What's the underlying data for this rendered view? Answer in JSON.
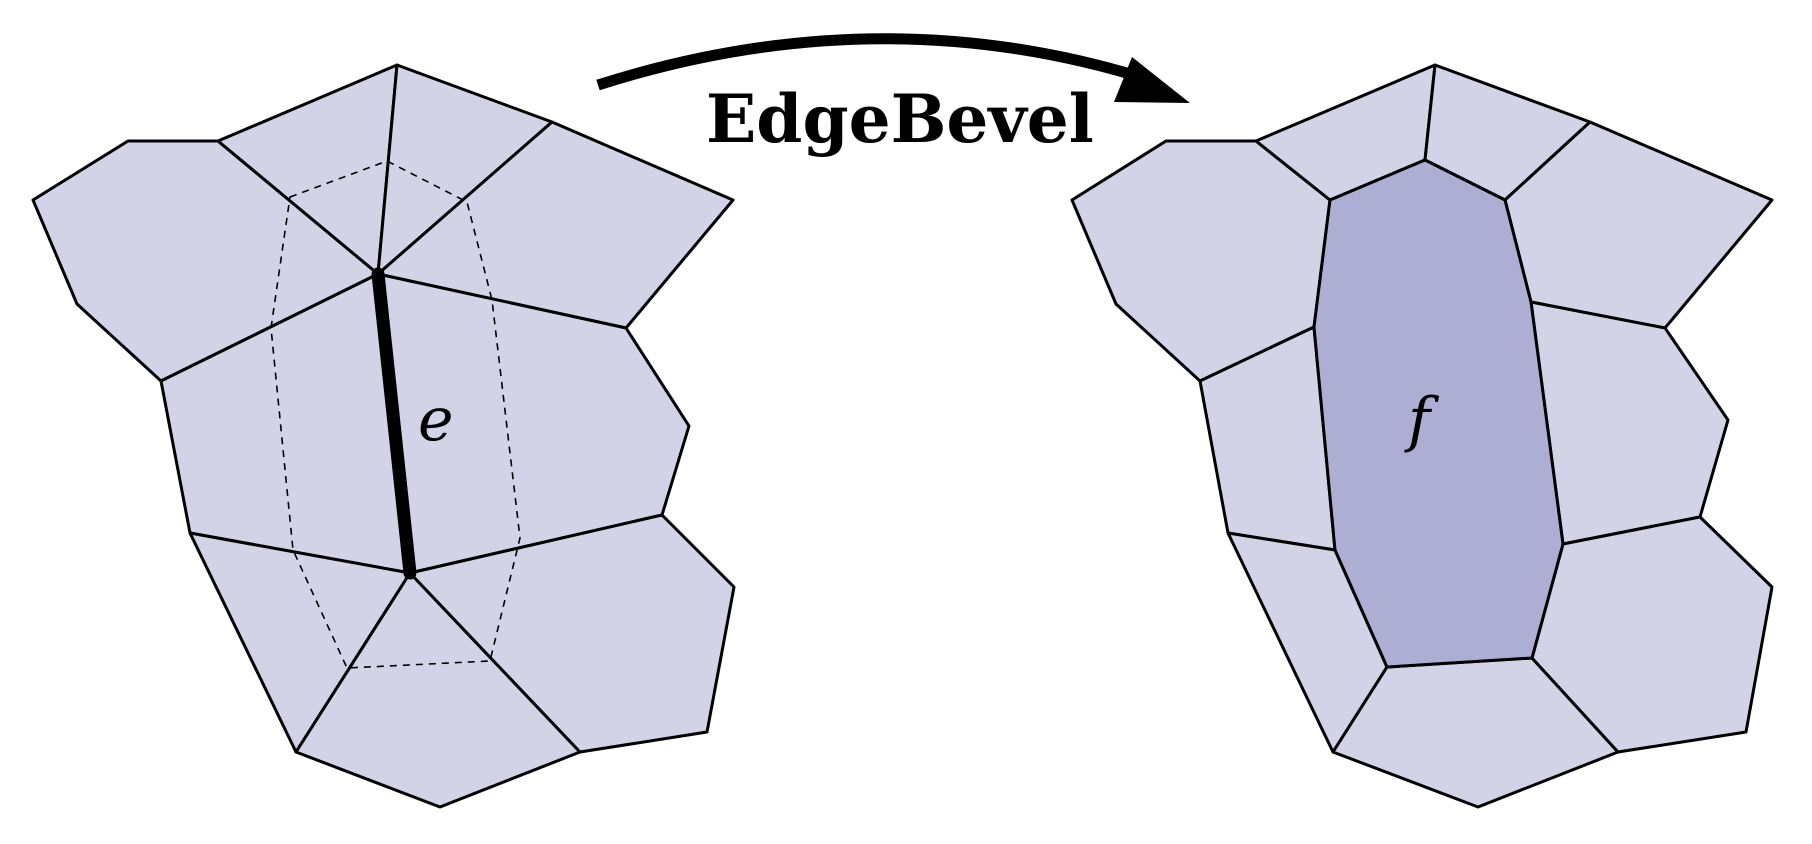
{
  "operation": {
    "label": "EdgeBevel"
  },
  "before_mesh": {
    "edge_label": "e"
  },
  "after_mesh": {
    "face_label": "f"
  },
  "colors": {
    "face_fill": "#d2d3e7",
    "highlight_fill": "#adaed3",
    "stroke": "#000000",
    "background": "#ffffff"
  }
}
